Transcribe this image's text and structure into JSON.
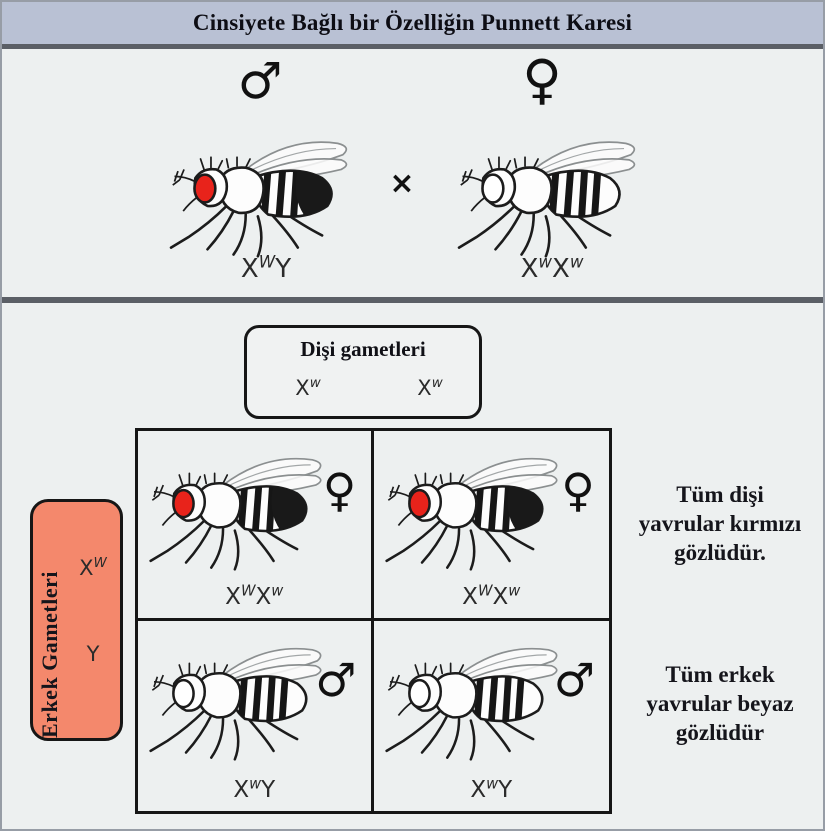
{
  "title": "Cinsiyete Bağlı bir Özelliğin Punnett Karesi",
  "colors": {
    "title_bg": "#b9c1d4",
    "divider": "#5b5f66",
    "background": "#edf0f0",
    "male_gametes_box": "#f4886c",
    "red_eye": "#e8231b",
    "white_eye": "#ffffff"
  },
  "parents": {
    "male_symbol": "♂",
    "female_symbol": "♀",
    "cross_symbol": "×",
    "father": {
      "eye": "red",
      "genotype": {
        "b1": "X",
        "s1": "W",
        "b2": "Y",
        "s2": ""
      }
    },
    "mother": {
      "eye": "white",
      "genotype": {
        "b1": "X",
        "s1": "w",
        "b2": "X",
        "s2": "w"
      }
    }
  },
  "female_gametes": {
    "label": "Dişi gametleri",
    "g1": {
      "b": "X",
      "s": "w"
    },
    "g2": {
      "b": "X",
      "s": "w"
    }
  },
  "male_gametes": {
    "label": "Erkek Gametleri",
    "g1": {
      "b": "X",
      "s": "W"
    },
    "g2": {
      "b": "Y",
      "s": ""
    }
  },
  "punnett": {
    "cells": [
      {
        "pos": "top-left",
        "sex_symbol": "♀",
        "eye": "red",
        "genotype": {
          "b1": "X",
          "s1": "W",
          "b2": "X",
          "s2": "w"
        }
      },
      {
        "pos": "top-right",
        "sex_symbol": "♀",
        "eye": "red",
        "genotype": {
          "b1": "X",
          "s1": "W",
          "b2": "X",
          "s2": "w"
        }
      },
      {
        "pos": "bottom-left",
        "sex_symbol": "♂",
        "eye": "white",
        "genotype": {
          "b1": "X",
          "s1": "w",
          "b2": "Y",
          "s2": ""
        }
      },
      {
        "pos": "bottom-right",
        "sex_symbol": "♂",
        "eye": "white",
        "genotype": {
          "b1": "X",
          "s1": "w",
          "b2": "Y",
          "s2": ""
        }
      }
    ]
  },
  "results": {
    "females": {
      "lines": [
        "Tüm dişi",
        "yavrular kırmızı",
        "gözlüdür."
      ]
    },
    "males": {
      "lines": [
        "Tüm erkek",
        "yavrular beyaz",
        "gözlüdür"
      ]
    }
  }
}
